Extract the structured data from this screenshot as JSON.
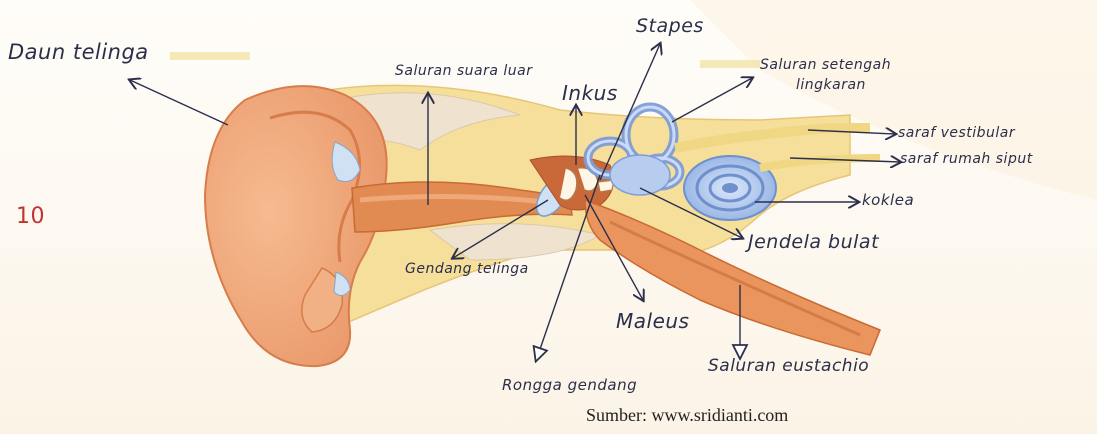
{
  "labels": {
    "daun_telinga": "Daun telinga",
    "saluran_suara_luar": "Saluran suara luar",
    "inkus": "Inkus",
    "stapes": "Stapes",
    "saluran_setengah_line1": "Saluran setengah",
    "saluran_setengah_line2": "lingkaran",
    "saraf_vestibular": "saraf vestibular",
    "saraf_rumah_siput": "saraf rumah siput",
    "koklea": "koklea",
    "jendela_bulat": "Jendela bulat",
    "gendang_telinga": "Gendang telinga",
    "maleus": "Maleus",
    "rongga_gendang": "Rongga gendang",
    "saluran_eustachio": "Saluran eustachio"
  },
  "margin_note": "10",
  "source": "Sumber: www.sridianti.com",
  "colors": {
    "skin": "#f2ab7d",
    "skin_dark": "#e08d5a",
    "canal": "#d9743a",
    "bone": "#f6df9b",
    "cochlea": "#a9c4ec",
    "cochlea_dark": "#6f8fcd",
    "ink": "#2b2f4a",
    "red_ink": "#c2332e"
  }
}
